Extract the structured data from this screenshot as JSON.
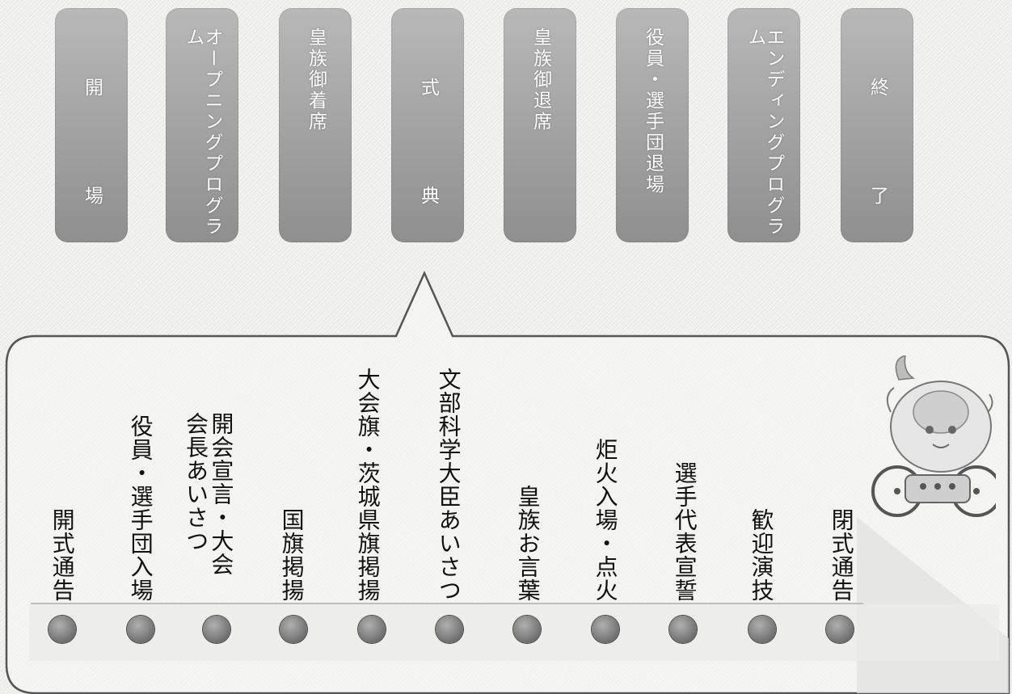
{
  "stages": [
    {
      "label": "開　場",
      "spaced": true
    },
    {
      "label": "オープニングプログラム",
      "spaced": false
    },
    {
      "label": "皇族御着席",
      "spaced": false
    },
    {
      "label": "式　典",
      "spaced": true
    },
    {
      "label": "皇族御退席",
      "spaced": false
    },
    {
      "label": "役員・選手団退場",
      "spaced": false
    },
    {
      "label": "エンディングプログラム",
      "spaced": false
    },
    {
      "label": "終　了",
      "spaced": true
    }
  ],
  "ceremony_items": [
    "開式通告",
    "役員・選手団入場",
    "開会宣言・大会会長あいさつ",
    "国旗掲揚",
    "大会旗・茨城県旗掲揚",
    "文部科学大臣あいさつ",
    "皇族お言葉",
    "炬火入場・点火",
    "選手代表宣誓",
    "歓迎演技",
    "閉式通告"
  ],
  "colors": {
    "stage_fill": "#a4a4a4",
    "dot_fill": "#7a7a7a",
    "bubble_stroke": "#555555"
  },
  "icons": {
    "mascot": "wheelchair-mascot-icon"
  }
}
